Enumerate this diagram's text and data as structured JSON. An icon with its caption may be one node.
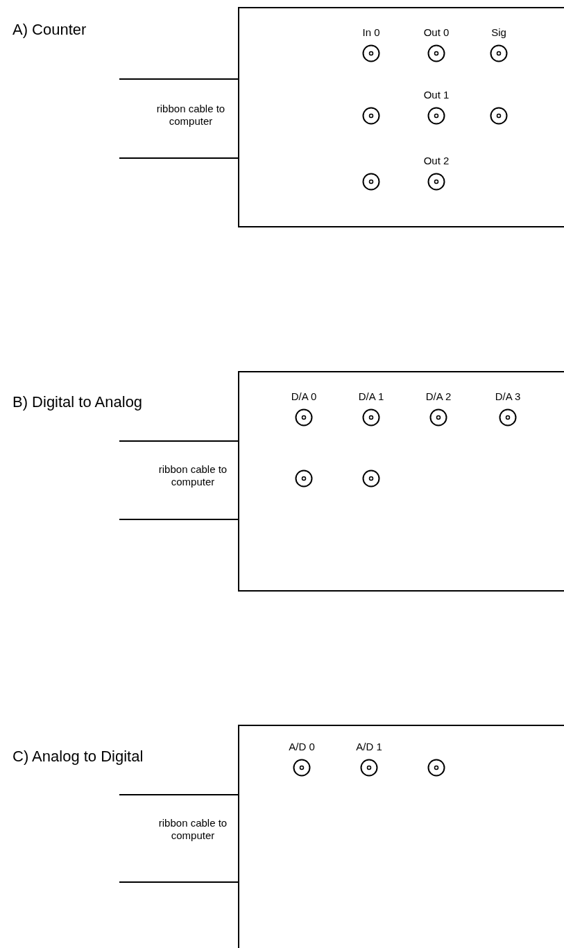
{
  "diagram": {
    "nodes": [
      {
        "text": [],
        "shape": "box"
      },
      {
        "text": [
          "In 0"
        ],
        "in": 0
      },
      {
        "text": [
          "Out 0"
        ],
        "in": 0
      },
      {
        "text": [
          "Sig"
        ],
        "in": 0
      },
      {
        "text": [],
        "shape": "circle",
        "in": 0
      },
      {
        "text": [
          "Out 1"
        ],
        "in": 0
      },
      {
        "text": [],
        "shape": "circle",
        "in": 0
      },
      {
        "text": [],
        "shape": "circle",
        "in": 0
      },
      {
        "text": [
          "Out 2"
        ],
        "in": 0
      },
      {
        "text": [],
        "shape": "box"
      },
      {
        "text": [
          "D/A 0"
        ],
        "in": 9
      },
      {
        "text": [
          "D/A 1"
        ],
        "in": 9
      },
      {
        "text": [
          "D/A 2"
        ],
        "in": 9
      },
      {
        "text": [
          "D/A 3"
        ],
        "in": 9
      },
      {
        "text": [],
        "shape": "circle",
        "in": 9
      },
      {
        "text": [],
        "shape": "circle",
        "in": 9
      },
      {
        "text": [],
        "shape": "box"
      },
      {
        "text": [
          "A/D 0"
        ],
        "in": 16
      },
      {
        "text": [
          "A/D 1"
        ],
        "in": 16
      },
      {
        "text": [],
        "shape": "circle",
        "in": 16
      }
    ],
    "edges": [],
    "labels": [
      "A) Counter",
      "ribbon cable to computer",
      "B) Digital to Analog",
      "ribbon cable to computer",
      "C) Analog to Digital",
      "ribbon cable to computer"
    ]
  }
}
